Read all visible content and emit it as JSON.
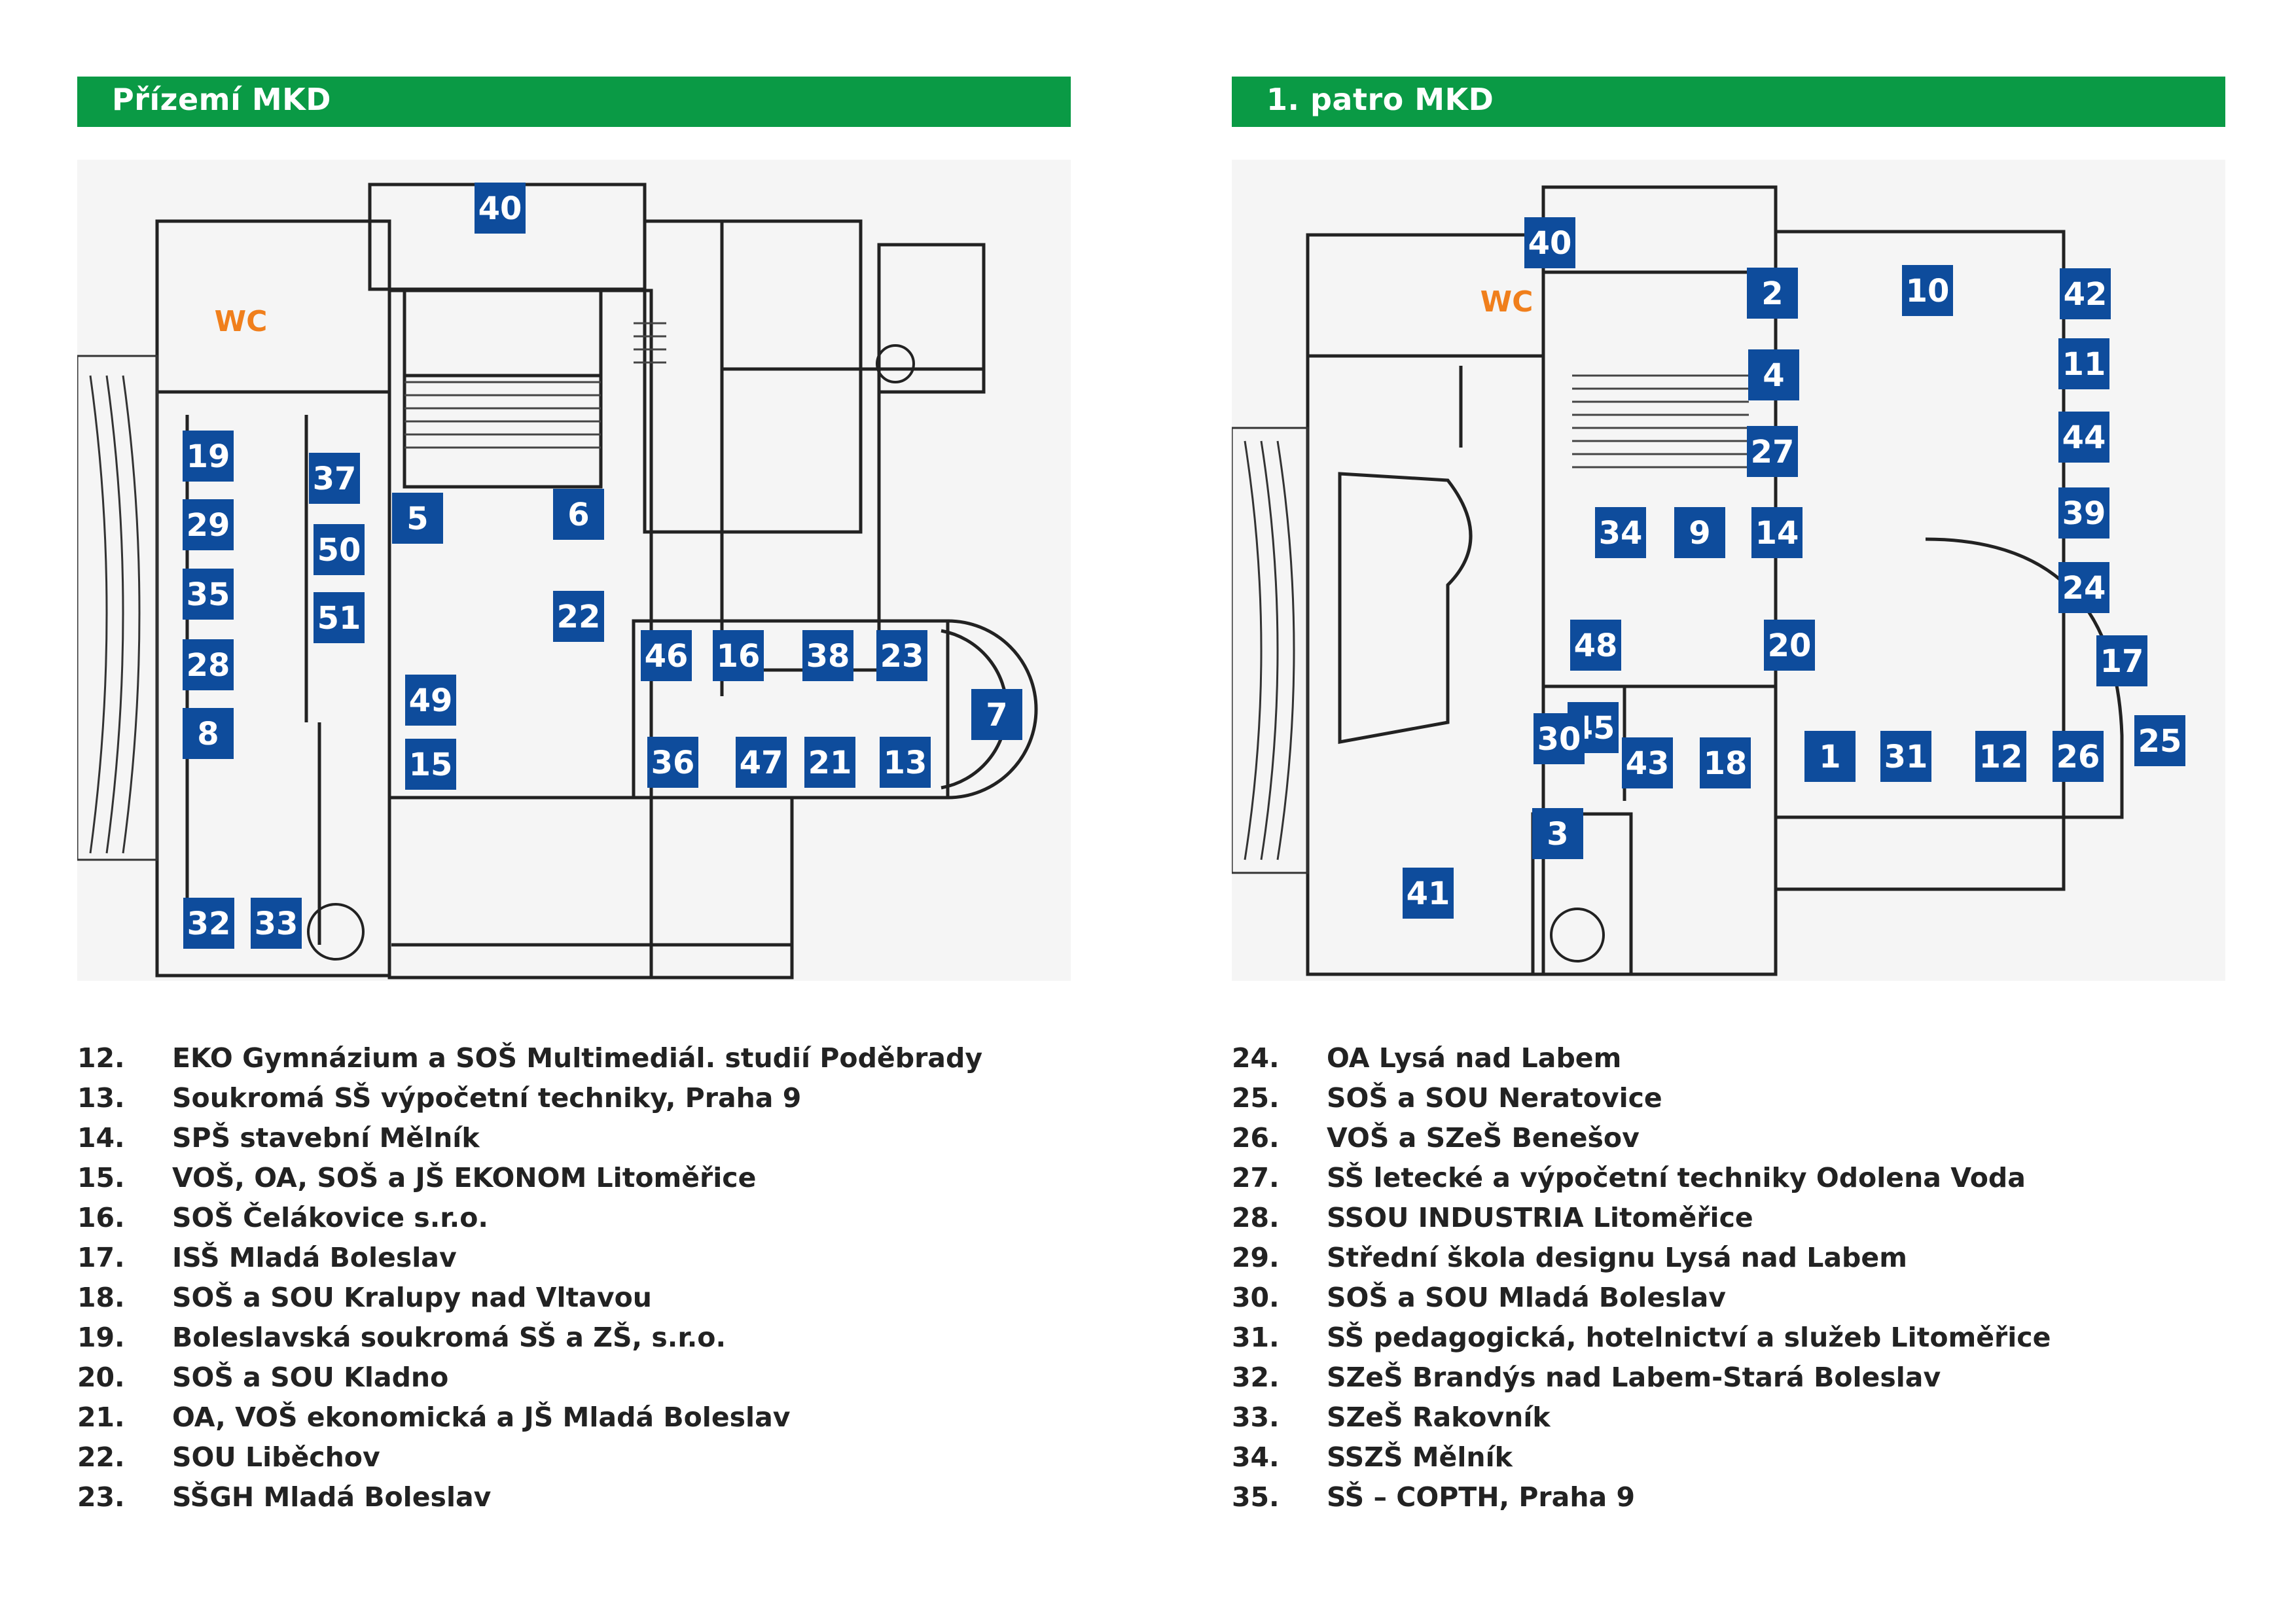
{
  "colors": {
    "header_bg": "#0a9a45",
    "stand_bg": "#0e4c9c",
    "wc_text": "#f07f1c",
    "plan_bg": "#f5f5f5"
  },
  "floors": [
    {
      "title": "Přízemí MKD",
      "wc_label": "WC",
      "stands": [
        "40",
        "19",
        "29",
        "35",
        "28",
        "8",
        "37",
        "50",
        "51",
        "5",
        "49",
        "15",
        "6",
        "22",
        "46",
        "16",
        "38",
        "23",
        "7",
        "36",
        "47",
        "21",
        "13",
        "32",
        "33"
      ]
    },
    {
      "title": "1. patro MKD",
      "wc_label": "WC",
      "stands": [
        "40",
        "2",
        "10",
        "42",
        "4",
        "11",
        "27",
        "44",
        "14",
        "39",
        "34",
        "9",
        "24",
        "48",
        "20",
        "17",
        "45",
        "30",
        "43",
        "18",
        "1",
        "31",
        "12",
        "26",
        "25",
        "3",
        "41"
      ]
    }
  ],
  "legend_left": [
    {
      "num": "12.",
      "name": "EKO Gymnázium a SOŠ Multimediál. studií Poděbrady"
    },
    {
      "num": "13.",
      "name": "Soukromá SŠ výpočetní techniky, Praha 9"
    },
    {
      "num": "14.",
      "name": "SPŠ stavební Mělník"
    },
    {
      "num": "15.",
      "name": "VOŠ, OA, SOŠ a JŠ EKONOM Litoměřice"
    },
    {
      "num": "16.",
      "name": "SOŠ Čelákovice s.r.o."
    },
    {
      "num": "17.",
      "name": "ISŠ Mladá Boleslav"
    },
    {
      "num": "18.",
      "name": "SOŠ a SOU Kralupy nad Vltavou"
    },
    {
      "num": "19.",
      "name": "Boleslavská soukromá SŠ a ZŠ, s.r.o."
    },
    {
      "num": "20.",
      "name": "SOŠ a SOU Kladno"
    },
    {
      "num": "21.",
      "name": "OA, VOŠ ekonomická a JŠ Mladá Boleslav"
    },
    {
      "num": "22.",
      "name": "SOU Liběchov"
    },
    {
      "num": "23.",
      "name": "SŠGH Mladá Boleslav"
    }
  ],
  "legend_right": [
    {
      "num": "24.",
      "name": "OA Lysá nad Labem"
    },
    {
      "num": "25.",
      "name": "SOŠ a SOU Neratovice"
    },
    {
      "num": "26.",
      "name": "VOŠ a SZeŠ Benešov"
    },
    {
      "num": "27.",
      "name": "SŠ letecké a výpočetní techniky Odolena Voda"
    },
    {
      "num": "28.",
      "name": "SSOU INDUSTRIA Litoměřice"
    },
    {
      "num": "29.",
      "name": "Střední škola designu Lysá nad Labem"
    },
    {
      "num": "30.",
      "name": "SOŠ a SOU Mladá Boleslav"
    },
    {
      "num": "31.",
      "name": "SŠ pedagogická, hotelnictví a služeb Litoměřice"
    },
    {
      "num": "32.",
      "name": "SZeŠ Brandýs nad Labem-Stará Boleslav"
    },
    {
      "num": "33.",
      "name": "SZeŠ Rakovník"
    },
    {
      "num": "34.",
      "name": "SSZŠ Mělník"
    },
    {
      "num": "35.",
      "name": "SŠ – COPTH, Praha 9"
    }
  ]
}
